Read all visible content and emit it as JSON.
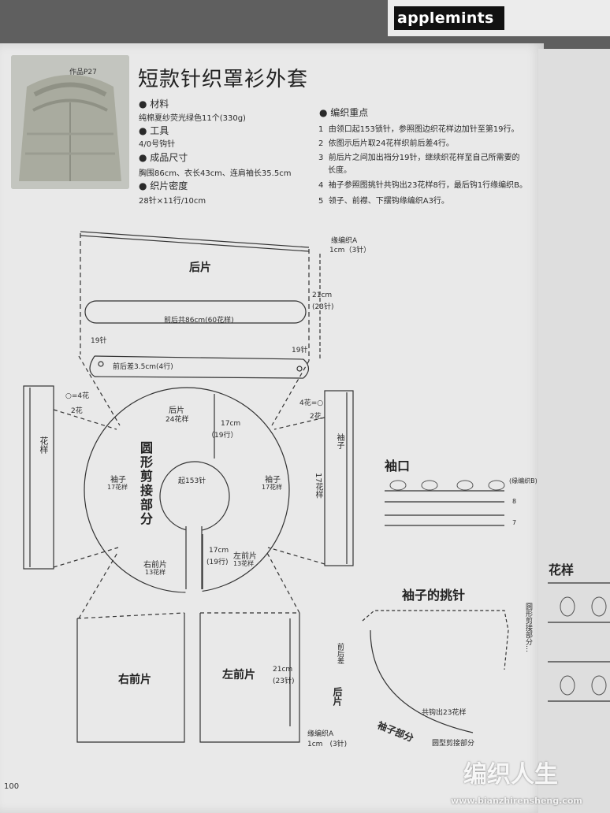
{
  "header": {
    "brand": "applemints"
  },
  "thumbnail": {
    "tag": "作品P27"
  },
  "title": "短款针织罩衫外套",
  "materials": {
    "label": "材料",
    "value": "纯棉夏纱荧光绿色11个(330g)",
    "tool_label": "工具",
    "tool_value": "4/0号钩针",
    "size_label": "成品尺寸",
    "size_value": "胸围86cm、衣长43cm、连肩袖长35.5cm",
    "gauge_label": "织片密度",
    "gauge_value": "28针×11行/10cm"
  },
  "key_points": {
    "label": "编织重点",
    "items": [
      {
        "n": "1",
        "text": "由领口起153锁针，参照图边织花样边加针至第19行。"
      },
      {
        "n": "2",
        "text": "依图示后片取24花样织前后差4行。"
      },
      {
        "n": "3",
        "text": "前后片之间加出裆分19针，继续织花样至自己所需要的"
      },
      {
        "n": "",
        "text": "长度。"
      },
      {
        "n": "4",
        "text": "袖子参照图挑针共钩出23花样8行，最后钩1行缘编织B。"
      },
      {
        "n": "5",
        "text": "领子、前襟、下摆钩缘编织A3行。"
      }
    ]
  },
  "diagram": {
    "back_panel": "后片",
    "border_a": "缘编织A",
    "border_a_size": "1cm（3针）",
    "back_height": "21cm",
    "back_height_rows": "(23针)",
    "round_total": "前后共86cm(60花样)",
    "st19_left": "19针",
    "st19_right": "19针",
    "front_back_diff": "前后差3.5cm(4行)",
    "pattern_left": "花样",
    "flower4_left": "=4花",
    "flower2_left": "2花",
    "flower4_right": "4花=",
    "flower2_right": "2花",
    "sleeve_right": "袖子",
    "sleeve_right_rows": "17花样",
    "yoke_back": "后片",
    "yoke_back_count": "24花样",
    "yoke_depth_top": "17cm",
    "yoke_depth_top_rows": "（19行）",
    "yoke_title": "圆形剪接部分",
    "start_label": "起153针",
    "sleeve_left_yoke": "袖子",
    "sleeve_left_yoke_count": "17花样",
    "sleeve_right_yoke": "袖子",
    "sleeve_right_yoke_count": "17花样",
    "yoke_depth_bottom": "17cm",
    "yoke_depth_bottom_rows": "(19行)",
    "right_front_yoke": "右前片",
    "right_front_yoke_count": "13花样",
    "left_front_yoke": "左前片",
    "left_front_yoke_count": "13花样",
    "right_front": "右前片",
    "left_front": "左前片",
    "front_height": "21cm",
    "front_height_rows": "(23针)",
    "border_a_bottom": "缘编织A",
    "border_a_bottom_size": "1cm　(3针)",
    "cuff_title": "袖口",
    "cuff_border_b": "(缘编织B)",
    "cuff_row8": "8",
    "cuff_row7": "7",
    "pickup_title": "袖子的挑针",
    "pickup_diff": "前后差",
    "pickup_back": "后片",
    "pickup_sleeve": "袖子部分",
    "pickup_round": "圆型剪接部分",
    "pickup_total": "共钩出23花样",
    "pattern_right_title": "花样",
    "pattern_right_text": "圆形剪接部分…"
  },
  "page_number": "100",
  "watermark": {
    "text": "编织人生",
    "url": "www.bianzhirensheng.com"
  }
}
